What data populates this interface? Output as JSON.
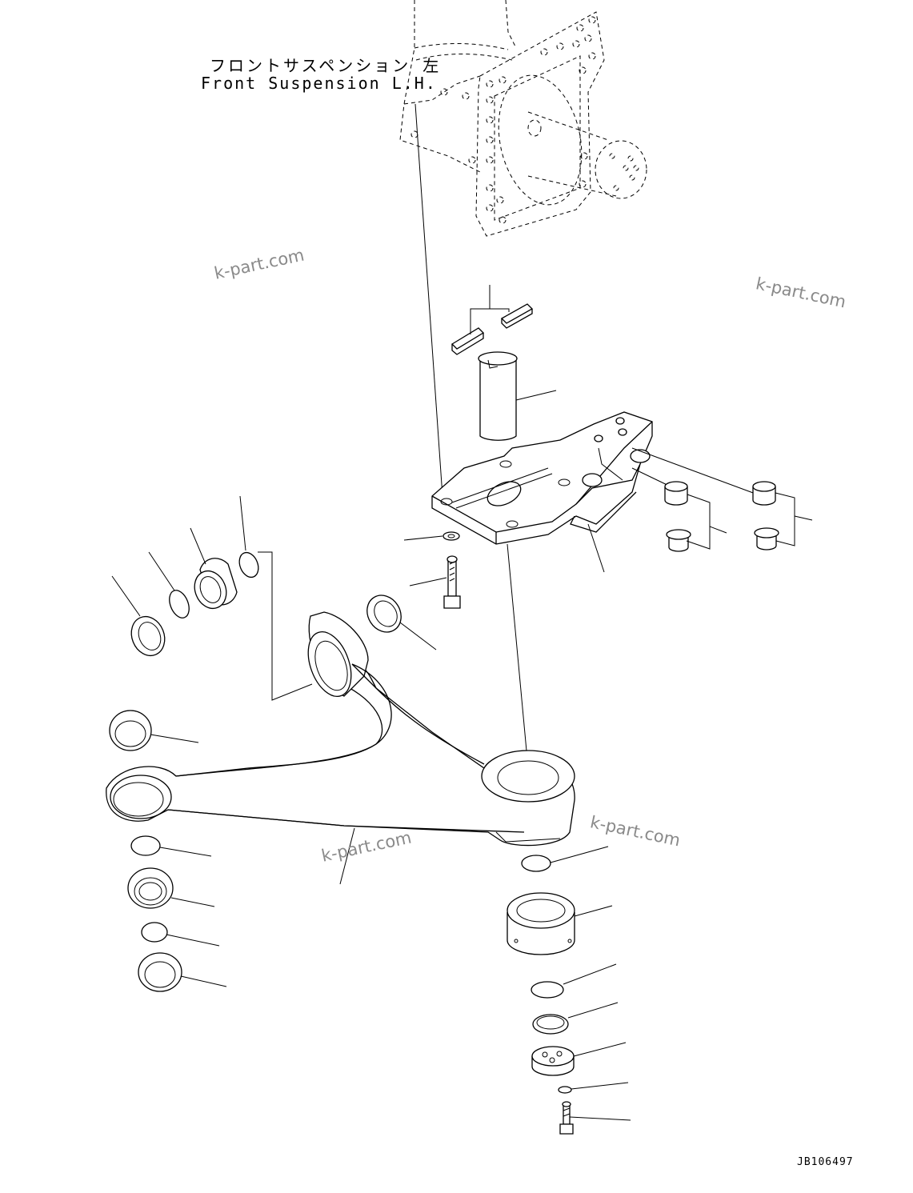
{
  "title": {
    "japanese": "フロントサスペンション 左",
    "english": "Front Suspension L.H."
  },
  "drawing_code": "JB106497",
  "watermarks": [
    "k-part.com",
    "k-part.com",
    "k-part.com",
    "k-part.com"
  ]
}
